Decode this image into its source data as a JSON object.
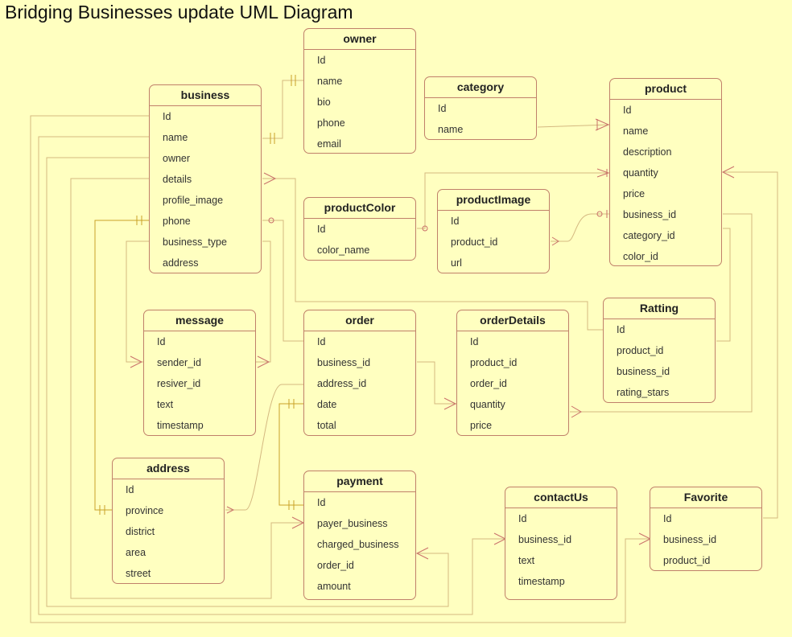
{
  "title": "Bridging Businesses update UML Diagram",
  "entities": {
    "owner": {
      "name": "owner",
      "fields": [
        "Id",
        "name",
        "bio",
        "phone",
        "email"
      ]
    },
    "category": {
      "name": "category",
      "fields": [
        "Id",
        "name"
      ]
    },
    "product": {
      "name": "product",
      "fields": [
        "Id",
        "name",
        "description",
        "quantity",
        "price",
        "business_id",
        "category_id",
        "color_id"
      ]
    },
    "business": {
      "name": "business",
      "fields": [
        "Id",
        "name",
        "owner",
        "details",
        "profile_image",
        "phone",
        "business_type",
        "address"
      ]
    },
    "productColor": {
      "name": "productColor",
      "fields": [
        "Id",
        "color_name"
      ]
    },
    "productImage": {
      "name": "productImage",
      "fields": [
        "Id",
        "product_id",
        "url"
      ]
    },
    "message": {
      "name": "message",
      "fields": [
        "Id",
        "sender_id",
        "resiver_id",
        "text",
        "timestamp"
      ]
    },
    "order": {
      "name": "order",
      "fields": [
        "Id",
        "business_id",
        "address_id",
        "date",
        "total"
      ]
    },
    "orderDetails": {
      "name": "orderDetails",
      "fields": [
        "Id",
        "product_id",
        "order_id",
        "quantity",
        "price"
      ]
    },
    "ratting": {
      "name": "Ratting",
      "fields": [
        "Id",
        "product_id",
        "business_id",
        "rating_stars"
      ]
    },
    "address": {
      "name": "address",
      "fields": [
        "Id",
        "province",
        "district",
        "area",
        "street"
      ]
    },
    "payment": {
      "name": "payment",
      "fields": [
        "Id",
        "payer_business",
        "charged_business",
        "order_id",
        "amount"
      ]
    },
    "contactUs": {
      "name": "contactUs",
      "fields": [
        "Id",
        "business_id",
        "text",
        "timestamp"
      ]
    },
    "favorite": {
      "name": "Favorite",
      "fields": [
        "Id",
        "business_id",
        "product_id"
      ]
    }
  },
  "cardinality_label": "N",
  "colors": {
    "background": "#ffffc0",
    "border": "#c0806a",
    "line_gold": "#c9a227",
    "line_rose": "#c9706a"
  }
}
